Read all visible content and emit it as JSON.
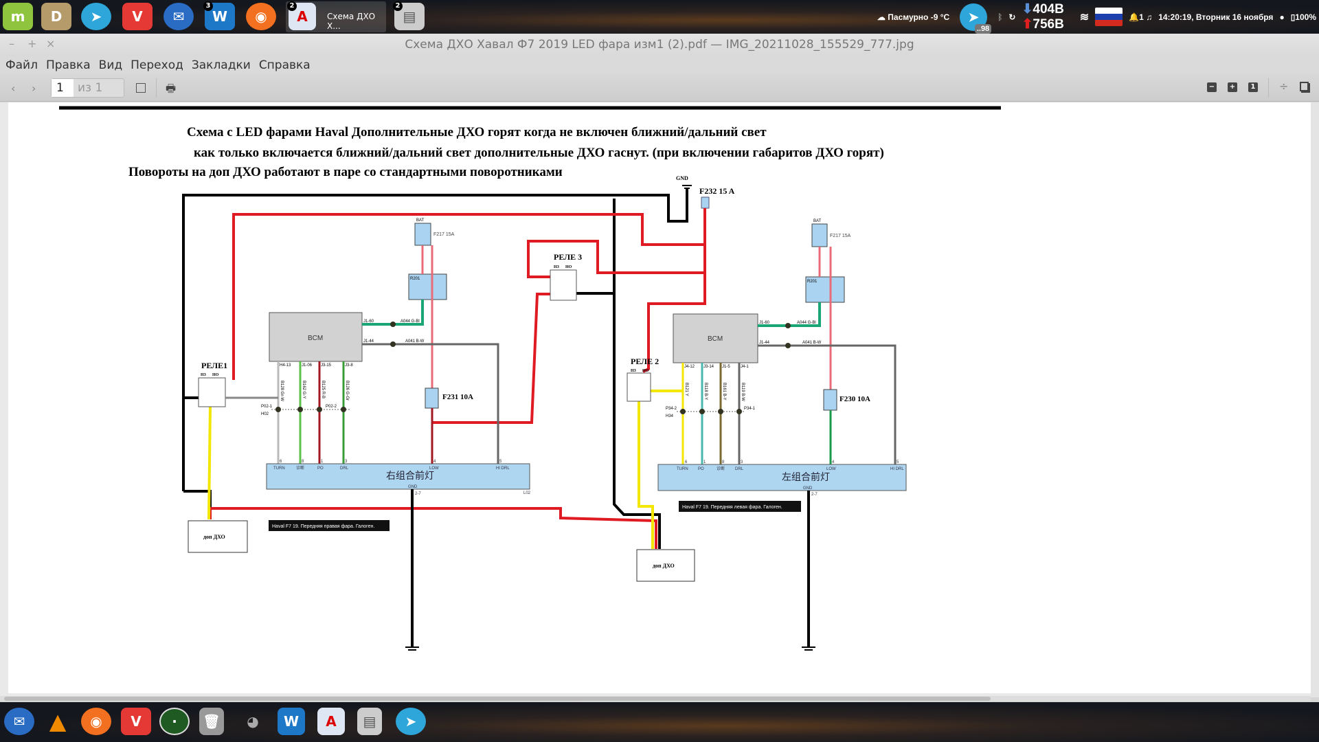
{
  "top_panel": {
    "apps": [
      {
        "name": "mint-menu",
        "glyph": "m",
        "color": "#8fc43e"
      },
      {
        "name": "files",
        "glyph": "D",
        "color": "#b59a6a"
      },
      {
        "name": "telegram",
        "glyph": "➤",
        "color": "#2ea6da"
      },
      {
        "name": "vivaldi",
        "glyph": "V",
        "color": "#e53935"
      },
      {
        "name": "thunderbird",
        "glyph": "✉",
        "color": "#2a6bc4"
      },
      {
        "name": "writer",
        "glyph": "W",
        "color": "#1e78c8",
        "badge": "3"
      },
      {
        "name": "firefox",
        "glyph": "◉",
        "color": "#f2701f"
      }
    ],
    "active_window": {
      "label": "Схема ДХО Х...",
      "badge": "2"
    },
    "file_cabinet_badge": "2",
    "weather": "Пасмурно -9 °C",
    "telegram_badge": "..98",
    "net_down": "404B",
    "net_up": "756B",
    "notifications": "1",
    "clock": "14:20:19, Вторник 16 ноября",
    "battery": "100%"
  },
  "window": {
    "title": "Схема ДХО Хавал Ф7 2019 LED фара изм1 (2).pdf — IMG_20211028_155529_777.jpg",
    "controls": [
      "–",
      "+",
      "×"
    ],
    "menu": [
      "Файл",
      "Правка",
      "Вид",
      "Переход",
      "Закладки",
      "Справка"
    ],
    "toolbar": {
      "page_current": "1",
      "page_total": "из 1",
      "zoom_out": "−",
      "zoom_in": "+",
      "zoom_reset": "1"
    }
  },
  "diagram": {
    "title_line1": "Схема с LED фарами Haval Дополнительные ДХО горят  когда не включен ближний/дальний свет",
    "title_line2": "как только включается ближний/дальний свет дополнительные ДХО гаснут. (при включении габаритов ДХО горят)",
    "title_line3": "Повороты на доп ДХО работают в паре со стандартными поворотниками",
    "gnd": "GND",
    "fuse_main": "F232 15 A",
    "relay1": "РЕЛЕ1",
    "relay2": "РЕЛЕ 2",
    "relay3": "РЕЛЕ 3",
    "nz": "НЗ",
    "no": "НО",
    "right": {
      "bcm": "BCM",
      "fuse_bat": "F217 15A",
      "bat": "BAT",
      "relay": "R201",
      "fuse_low": "F231 10A",
      "w_green": "A044 G-Bl",
      "w_gray": "A041 B-W",
      "j_green": "J1-60",
      "j_gray": "J1-44",
      "pins": [
        "H4-13",
        "J1-06",
        "J3-15",
        "J3-8"
      ],
      "wires": [
        "B128 Gr-W",
        "B162 G-Y",
        "B125 R-B",
        "B126 G-Gr"
      ],
      "conn": "P02-1",
      "conn2": "P02-2",
      "h": "H02",
      "lamp": "右组合前灯",
      "lamp_pins": [
        "TURN",
        "诊断",
        "PO",
        "DRL",
        "LOW",
        "HI DRL"
      ],
      "lamp_nums": [
        "6",
        "8",
        "1",
        "3",
        "4",
        "5"
      ],
      "lamp_gnd": "GND",
      "lamp_code": "L02",
      "gnd_pin": "2-7",
      "caption": "Haval F7 19. Передняя правая фара. Галоген.",
      "dop": "доп ДХО"
    },
    "left": {
      "bcm": "BCM",
      "fuse_bat": "F217 15A",
      "bat": "BAT",
      "relay": "R201",
      "fuse_low": "F230 10A",
      "w_green": "A044 G-Bl",
      "w_gray": "A041 B-W",
      "j_green": "J1-60",
      "j_gray": "J1-44",
      "pins": [
        "J4-12",
        "J3-14",
        "J1-5",
        "J4-1"
      ],
      "wires": [
        "B121 Y",
        "B118 B-Y",
        "B161 B-Y",
        "B119 B-W"
      ],
      "conn": "P34-2",
      "conn2": "P34-1",
      "h": "H34",
      "lamp": "左组合前灯",
      "lamp_pins": [
        "TURN",
        "PO",
        "诊断",
        "DRL",
        "LOW",
        "HI DRL"
      ],
      "lamp_nums": [
        "6",
        "1",
        "8",
        "3",
        "4",
        "5"
      ],
      "lamp_gnd": "GND",
      "gnd_pin": "2-7",
      "caption": "Haval F7 19. Передняя левая фара. Галоген.",
      "dop": "доп ДХО"
    }
  },
  "dock": [
    "thunderbird",
    "vlc",
    "firefox",
    "vivaldi",
    "radar",
    "trash",
    "gimp",
    "writer",
    "pdf-viewer",
    "file-cabinet",
    "telegram"
  ]
}
